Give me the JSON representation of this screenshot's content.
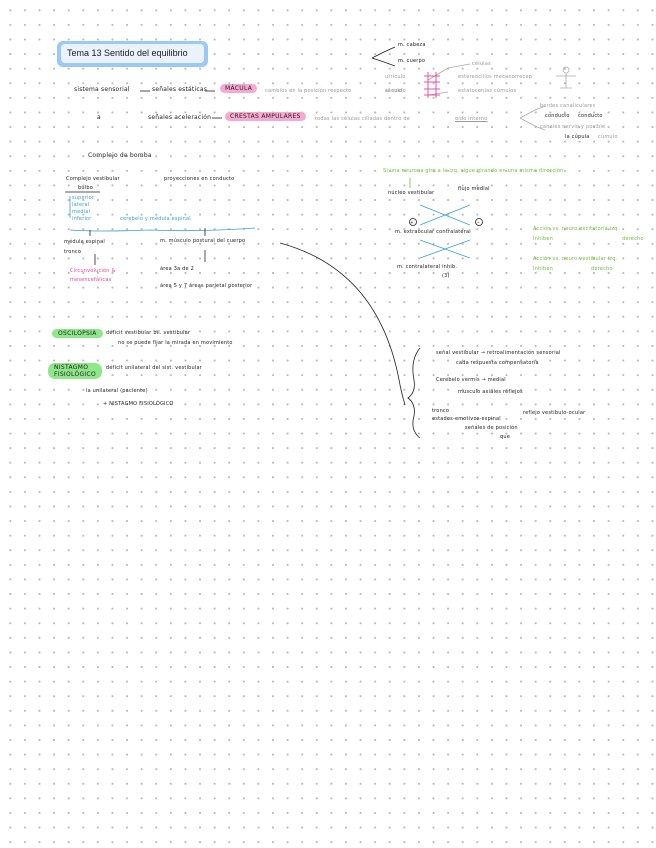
{
  "title": "Tema 13 Sentido del equilibrio",
  "top": {
    "row1_left": "sistema sensorial",
    "row1_mid": "señales estáticas",
    "row1_hl": "MÁCULA",
    "row1_tail": "cambios en la posición respecto",
    "row1_tail2": "al suelo",
    "row2_left": "a",
    "row2_mid": "señales aceleración",
    "row2_hl": "CRESTAS AMPULARES",
    "row2_tail": "todas las células ciliadas dentro de",
    "row2_tail_u": "oído interno",
    "branch_a": "m. cabeza",
    "branch_b": "m. cuerpo",
    "utr1": "utrículo",
    "utr2": "sáculo",
    "gray_r1": "células",
    "gray_r2": "estereocilios mecanorrecep",
    "gray_r3": "estatoconias cúmulos",
    "gray_rr1": "bordes canaliculares",
    "gray_rr2": "conducto",
    "gray_rr3": "conducto",
    "gray_rr4": "canales nervio y posible",
    "gray_rr5": "la cúpula",
    "gray_rr6": "cúmulo"
  },
  "left": {
    "heading": "Complejo de bomba",
    "line1": "Complejo vestibular",
    "line1b": "proyecciones en conducto",
    "line2": "bulbo",
    "blue_items": [
      "superior",
      "lateral",
      "medial",
      "inferior",
      "cerebelo y médula espinal"
    ],
    "sub_left": "médula espinal",
    "sub_left2": "tronco",
    "sub_right": "m. músculo postural del cuerpo",
    "pink1": "Circunvolución &",
    "pink2": "mesencefálicas",
    "r1": "área 3a de 2",
    "r2": "área 5 y 7 áreas parietal posterior"
  },
  "mid": {
    "hl1": "OSCILOPSIA",
    "hl1_t1": "déficit vestibular bil. vestibular",
    "hl1_t2": "no se puede fijar la mirada en movimiento",
    "hl2a": "NISTAGMO",
    "hl2b": "FISIOLÓGICO",
    "hl2_t1": "déficit unilateral del sist. vestibular",
    "hl2_t2": "la unilateral (paciente)",
    "hl2_t3": "+ NISTAGMO FISIOLÓGICO"
  },
  "right": {
    "green_top": "Si una neurona gira a la izq. sigue girando en una misma dirección",
    "plus_label": "núcleo vestibular",
    "plus_label2": "flujo medial",
    "minus_label": "m. extraocular contralateral",
    "bottom_label": "m. contralateral inhib.",
    "bottom_label2": "(3)",
    "green_r1": "Acción vs. neuro excitatoria izq.",
    "green_r2": "Inhiben",
    "green_r3": "derecho",
    "green_r4": "Acción vs. neuro vestibular izq.",
    "green_r5": "Inhiben",
    "green_r6": "derecho",
    "b1": "señal vestibular → retroalimentación sensorial",
    "b1b": "cada respuesta compensatoria",
    "b2": "Cerebelo vermis → medial",
    "b2b": "musculo axiales reflejos",
    "b3": "tronco",
    "b3b": "estados-emotivos-espinal",
    "b3c": "señales de posición",
    "b3d": "que",
    "b3e": "reflejo vestibulo-ocular"
  }
}
